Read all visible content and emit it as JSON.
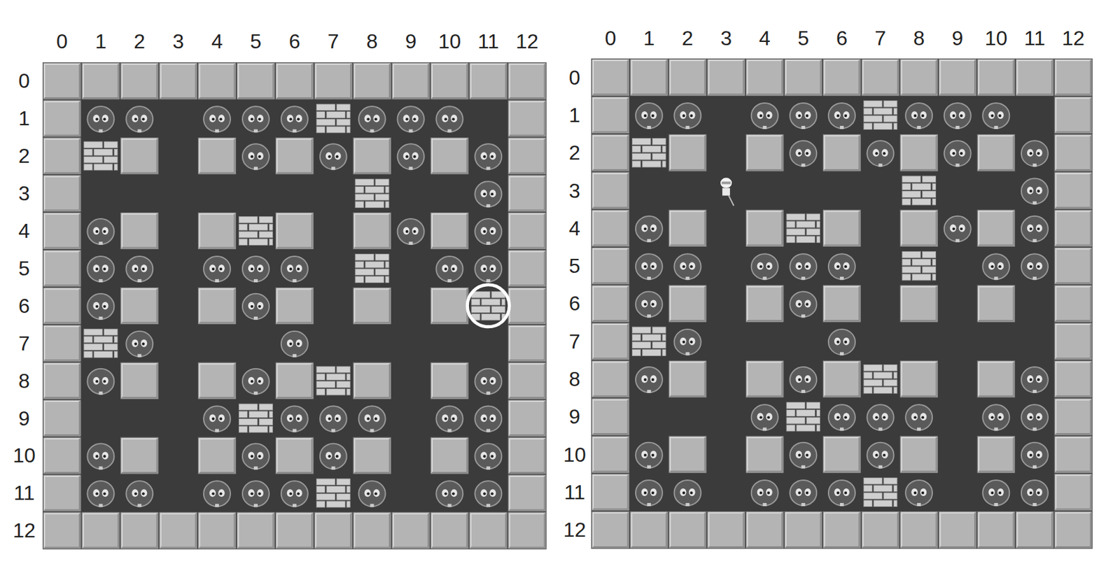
{
  "diagram": {
    "labels": [
      "0",
      "1",
      "2",
      "3",
      "4",
      "5",
      "6",
      "7",
      "8",
      "9",
      "10",
      "11",
      "12",
      "0",
      "1",
      "2",
      "3",
      "4",
      "5",
      "6",
      "7",
      "8",
      "9",
      "10",
      "11",
      "12",
      "0",
      "1",
      "2",
      "3",
      "4",
      "5",
      "6",
      "7",
      "8",
      "9",
      "10",
      "11",
      "12",
      "0",
      "1",
      "2",
      "3",
      "4",
      "5",
      "6",
      "7",
      "8",
      "9",
      "10",
      "11",
      "12"
    ]
  }
}
